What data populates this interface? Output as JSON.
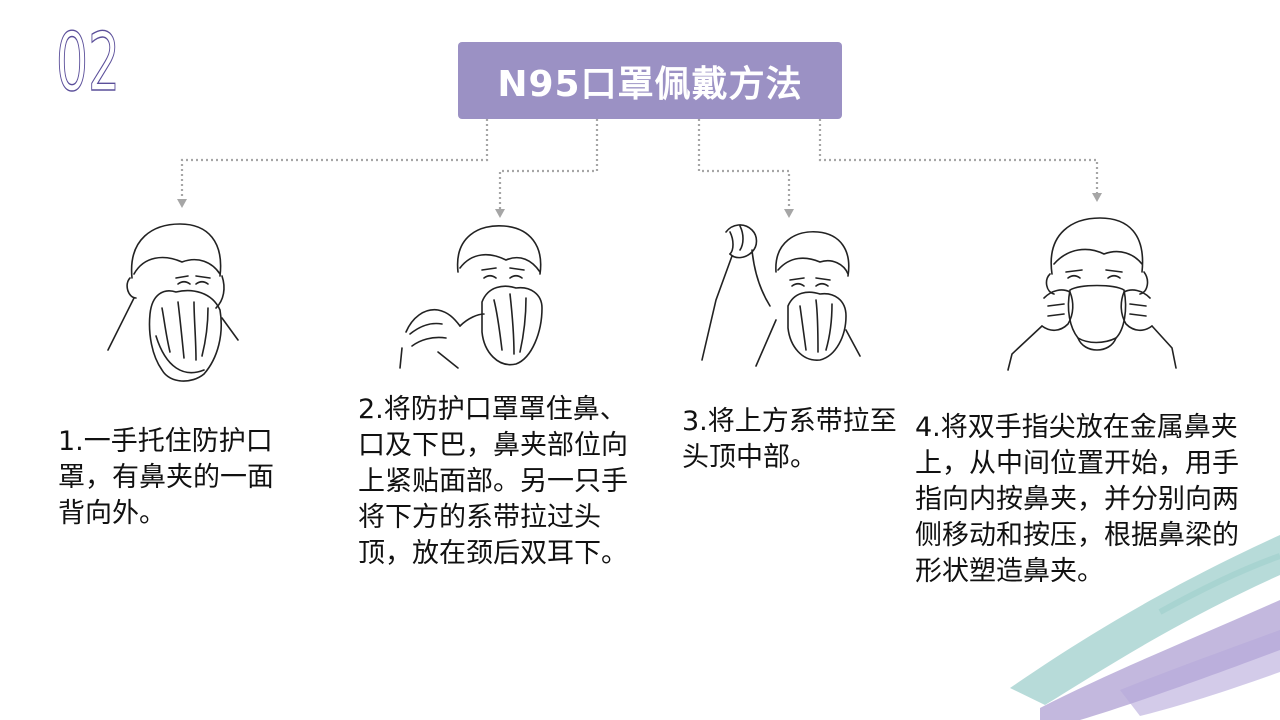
{
  "slide_number": "02",
  "title": "N95口罩佩戴方法",
  "steps": [
    {
      "text": "1.一手托住防护口罩，有鼻夹的一面背向外。",
      "figure": "hand-holding-mask-illustration"
    },
    {
      "text": "2.将防护口罩罩住鼻、口及下巴，鼻夹部位向上紧贴面部。另一只手将下方的系带拉过头顶，放在颈后双耳下。",
      "figure": "pulling-lower-strap-illustration"
    },
    {
      "text": "3.将上方系带拉至头顶中部。",
      "figure": "pulling-upper-strap-illustration"
    },
    {
      "text": "4.将双手指尖放在金属鼻夹上，从中间位置开始，用手指向内按鼻夹，并分别向两侧移动和按压，根据鼻梁的形状塑造鼻夹。",
      "figure": "pressing-nose-clip-illustration"
    }
  ],
  "colors": {
    "title_bg": "#9b91c4",
    "connector": "#a6a6a6",
    "brush_teal": "#9fcfcc",
    "brush_purple": "#a99ad0"
  }
}
